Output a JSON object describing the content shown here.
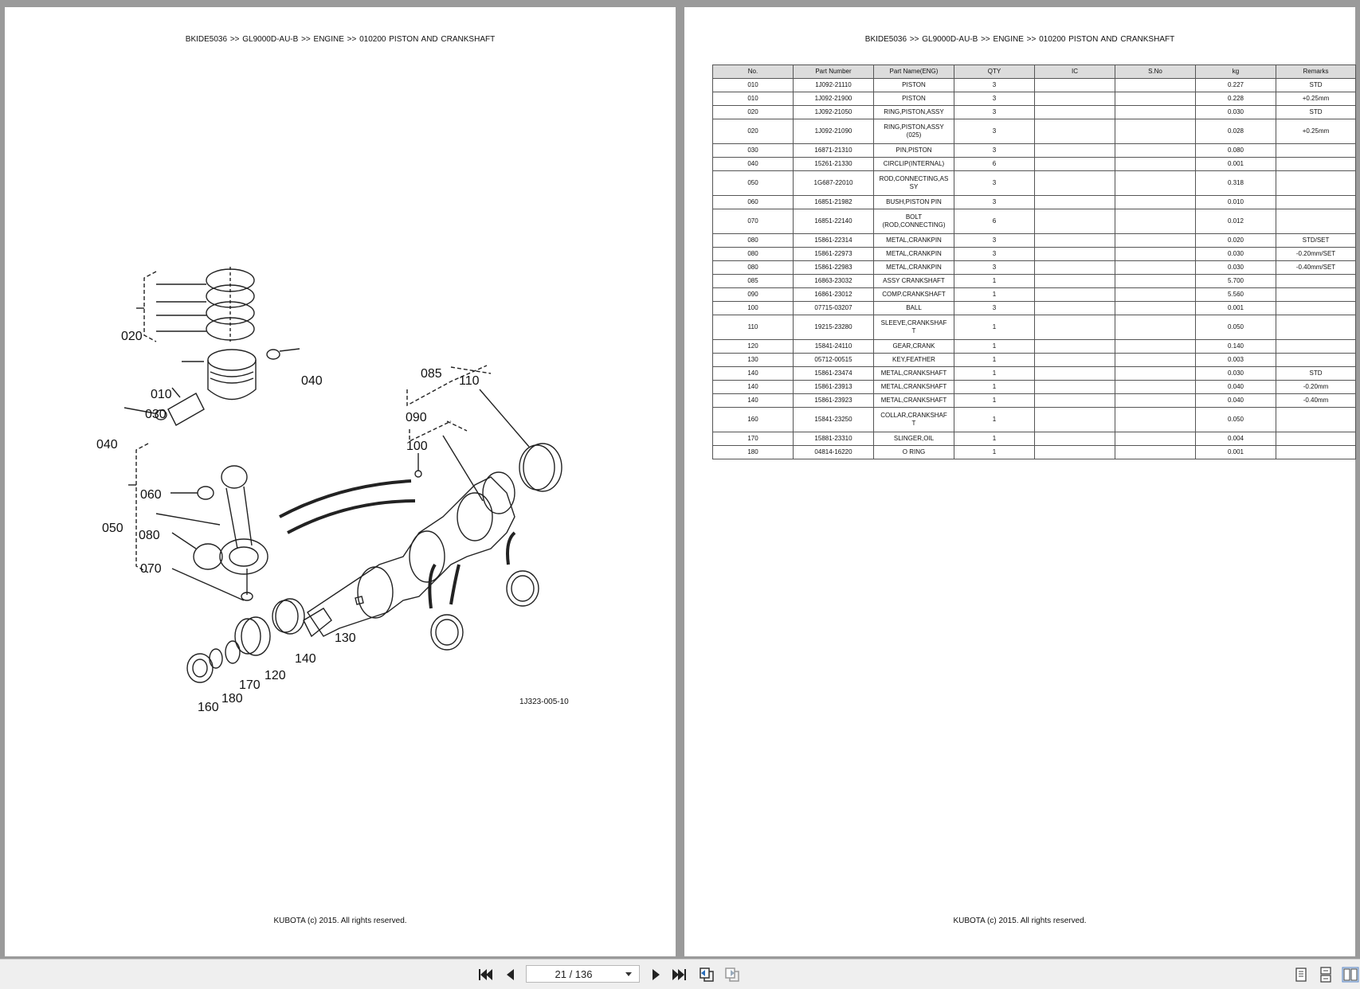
{
  "left_page": {
    "breadcrumb": "BKIDE5036 >> GL9000D-AU-B >> ENGINE >> 010200   PISTON AND CRANKSHAFT",
    "footer": "KUBOTA (c) 2015. All rights reserved.",
    "diagram": {
      "labels": [
        "020",
        "010",
        "040",
        "030",
        "040",
        "060",
        "050",
        "080",
        "070",
        "085",
        "110",
        "090",
        "100",
        "130",
        "140",
        "120",
        "170",
        "180",
        "160"
      ],
      "figure_code": "1J323-005-10"
    }
  },
  "right_page": {
    "breadcrumb": "BKIDE5036 >> GL9000D-AU-B >> ENGINE >> 010200   PISTON AND CRANKSHAFT",
    "footer": "KUBOTA (c) 2015. All rights reserved.",
    "table": {
      "headers": [
        "No.",
        "Part Number",
        "Part Name(ENG)",
        "QTY",
        "IC",
        "S.No",
        "kg",
        "Remarks"
      ],
      "rows": [
        [
          "010",
          "1J092-21110",
          "PISTON",
          "3",
          "",
          "",
          "0.227",
          "STD"
        ],
        [
          "010",
          "1J092-21900",
          "PISTON",
          "3",
          "",
          "",
          "0.228",
          "+0.25mm"
        ],
        [
          "020",
          "1J092-21050",
          "RING,PISTON,ASSY",
          "3",
          "",
          "",
          "0.030",
          "STD"
        ],
        [
          "020",
          "1J092-21090",
          "RING,PISTON,ASSY\n(025)",
          "3",
          "",
          "",
          "0.028",
          "+0.25mm"
        ],
        [
          "030",
          "16871-21310",
          "PIN,PISTON",
          "3",
          "",
          "",
          "0.080",
          ""
        ],
        [
          "040",
          "15261-21330",
          "CIRCLIP(INTERNAL)",
          "6",
          "",
          "",
          "0.001",
          ""
        ],
        [
          "050",
          "1G687-22010",
          "ROD,CONNECTING,AS\nSY",
          "3",
          "",
          "",
          "0.318",
          ""
        ],
        [
          "060",
          "16851-21982",
          "BUSH,PISTON PIN",
          "3",
          "",
          "",
          "0.010",
          ""
        ],
        [
          "070",
          "16851-22140",
          "BOLT\n(ROD,CONNECTING)",
          "6",
          "",
          "",
          "0.012",
          ""
        ],
        [
          "080",
          "15861-22314",
          "METAL,CRANKPIN",
          "3",
          "",
          "",
          "0.020",
          "STD/SET"
        ],
        [
          "080",
          "15861-22973",
          "METAL,CRANKPIN",
          "3",
          "",
          "",
          "0.030",
          "-0.20mm/SET"
        ],
        [
          "080",
          "15861-22983",
          "METAL,CRANKPIN",
          "3",
          "",
          "",
          "0.030",
          "-0.40mm/SET"
        ],
        [
          "085",
          "16863-23032",
          "ASSY CRANKSHAFT",
          "1",
          "",
          "",
          "5.700",
          ""
        ],
        [
          "090",
          "16861-23012",
          "COMP.CRANKSHAFT",
          "1",
          "",
          "",
          "5.560",
          ""
        ],
        [
          "100",
          "07715-03207",
          "BALL",
          "3",
          "",
          "",
          "0.001",
          ""
        ],
        [
          "110",
          "19215-23280",
          "SLEEVE,CRANKSHAF\nT",
          "1",
          "",
          "",
          "0.050",
          ""
        ],
        [
          "120",
          "15841-24110",
          "GEAR,CRANK",
          "1",
          "",
          "",
          "0.140",
          ""
        ],
        [
          "130",
          "05712-00515",
          "KEY,FEATHER",
          "1",
          "",
          "",
          "0.003",
          ""
        ],
        [
          "140",
          "15861-23474",
          "METAL,CRANKSHAFT",
          "1",
          "",
          "",
          "0.030",
          "STD"
        ],
        [
          "140",
          "15861-23913",
          "METAL,CRANKSHAFT",
          "1",
          "",
          "",
          "0.040",
          "-0.20mm"
        ],
        [
          "140",
          "15861-23923",
          "METAL,CRANKSHAFT",
          "1",
          "",
          "",
          "0.040",
          "-0.40mm"
        ],
        [
          "160",
          "15841-23250",
          "COLLAR,CRANKSHAF\nT",
          "1",
          "",
          "",
          "0.050",
          ""
        ],
        [
          "170",
          "15881-23310",
          "SLINGER,OIL",
          "1",
          "",
          "",
          "0.004",
          ""
        ],
        [
          "180",
          "04814-16220",
          "O RING",
          "1",
          "",
          "",
          "0.001",
          ""
        ]
      ]
    }
  },
  "toolbar": {
    "page_indicator": "21 / 136",
    "buttons": [
      "first-page-icon",
      "previous-page-icon",
      "next-page-icon",
      "last-page-icon",
      "go-back-view-icon",
      "go-forward-view-icon",
      "single-page-view-icon",
      "continuous-view-icon",
      "two-page-view-icon"
    ]
  },
  "colors": {
    "viewer_background": "#9a9a9a",
    "page": "#ffffff",
    "table_header": "#dcdcdc",
    "toolbar": "#efefef"
  }
}
